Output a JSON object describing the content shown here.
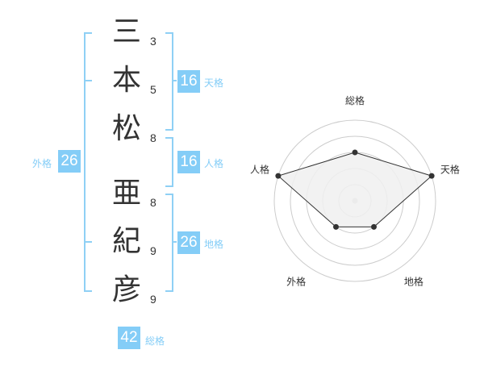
{
  "name": {
    "chars": [
      {
        "char": "三",
        "strokes": "3"
      },
      {
        "char": "本",
        "strokes": "5"
      },
      {
        "char": "松",
        "strokes": "8"
      },
      {
        "char": "亜",
        "strokes": "8"
      },
      {
        "char": "紀",
        "strokes": "9"
      },
      {
        "char": "彦",
        "strokes": "9"
      }
    ]
  },
  "kaku": {
    "ten": {
      "label": "天格",
      "value": "16"
    },
    "jin": {
      "label": "人格",
      "value": "16"
    },
    "chi": {
      "label": "地格",
      "value": "26"
    },
    "gai": {
      "label": "外格",
      "value": "26"
    },
    "so": {
      "label": "総格",
      "value": "42"
    }
  },
  "chart_data": {
    "type": "radar",
    "axes": [
      "総格",
      "天格",
      "地格",
      "外格",
      "人格"
    ],
    "values": [
      3,
      5,
      2,
      2,
      5
    ],
    "range": [
      0,
      5
    ],
    "rings": 5,
    "colors": {
      "fill": "#f0f0f0",
      "line": "#333333",
      "grid": "#cccccc"
    }
  }
}
